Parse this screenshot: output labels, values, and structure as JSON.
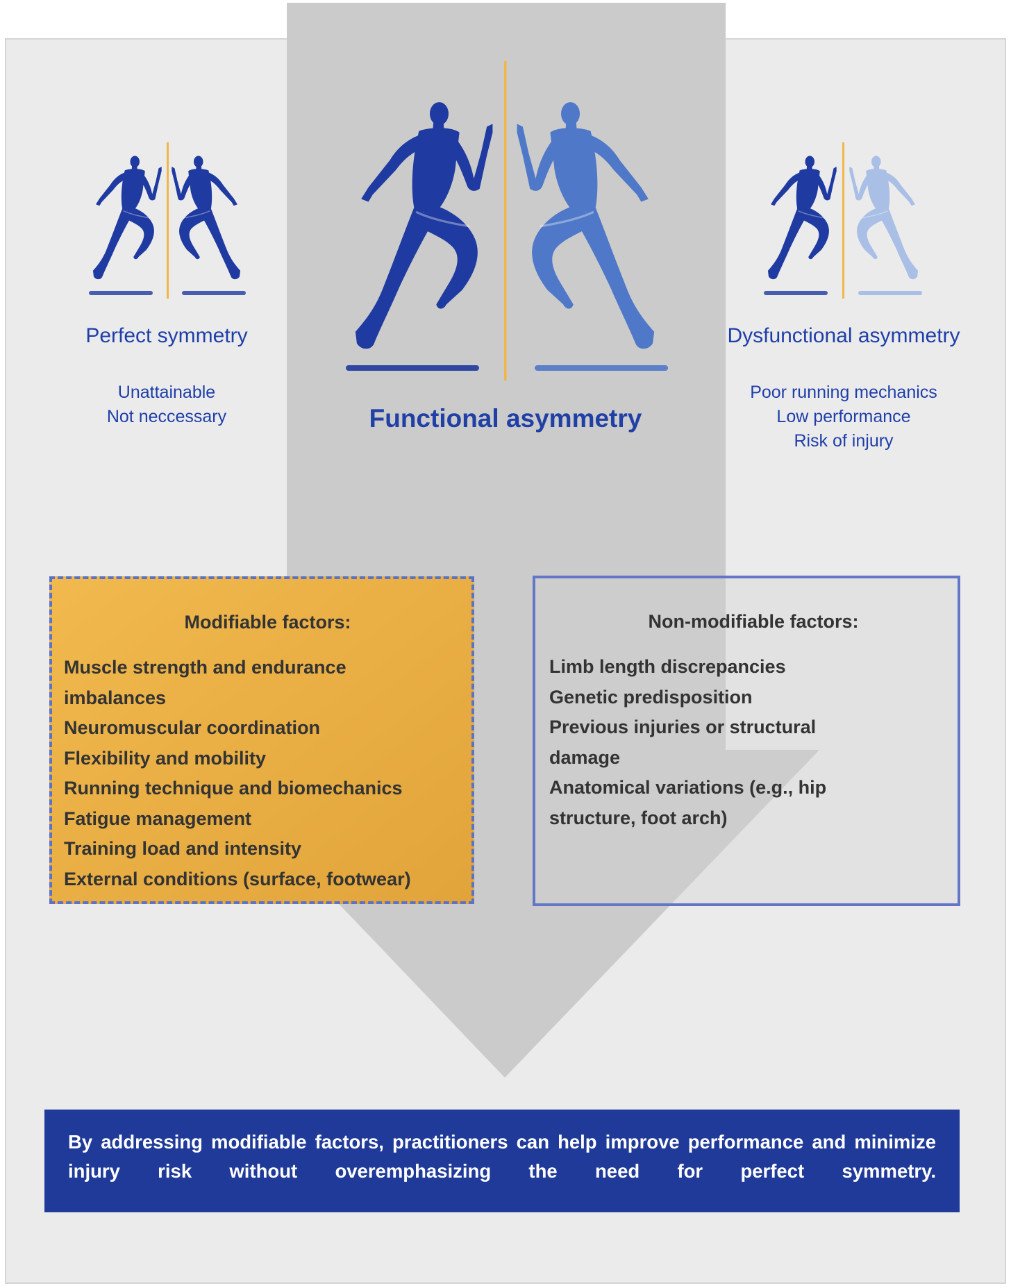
{
  "left_panel": {
    "title": "Perfect symmetry",
    "notes": [
      "Unattainable",
      "Not neccessary"
    ]
  },
  "center_panel": {
    "title": "Functional asymmetry"
  },
  "right_panel": {
    "title": "Dysfunctional asymmetry",
    "notes": [
      "Poor running mechanics",
      "Low performance",
      "Risk of injury"
    ]
  },
  "modifiable": {
    "title": "Modifiable factors:",
    "items": [
      "Muscle strength and endurance",
      "imbalances",
      "Neuromuscular coordination",
      "Flexibility and mobility",
      "Running technique and biomechanics",
      "Fatigue management",
      "Training load and intensity",
      "External conditions (surface, footwear)"
    ]
  },
  "nonmodifiable": {
    "title": "Non-modifiable factors:",
    "items": [
      "Limb length discrepancies",
      "Genetic predisposition",
      "Previous injuries or structural",
      "damage",
      "Anatomical variations (e.g., hip",
      "structure, foot arch)"
    ]
  },
  "conclusion": {
    "text": "By addressing modifiable factors, practitioners can help improve performance and minimize injury risk without overemphasizing the need for perfect symmetry."
  },
  "colors": {
    "background_panel": "#ebebec",
    "arrow": "#cbcbcc",
    "runner_dark": "#1f3aa0",
    "runner_mid": "#4f78c8",
    "runner_light": "#a9bfe6",
    "divider": "#f0b646",
    "modifiable_fill": "#eeb246",
    "conclusion_fill": "#1f3a99"
  },
  "icons": [
    "runner-icon",
    "mirror-divider-icon",
    "down-arrow-icon"
  ]
}
